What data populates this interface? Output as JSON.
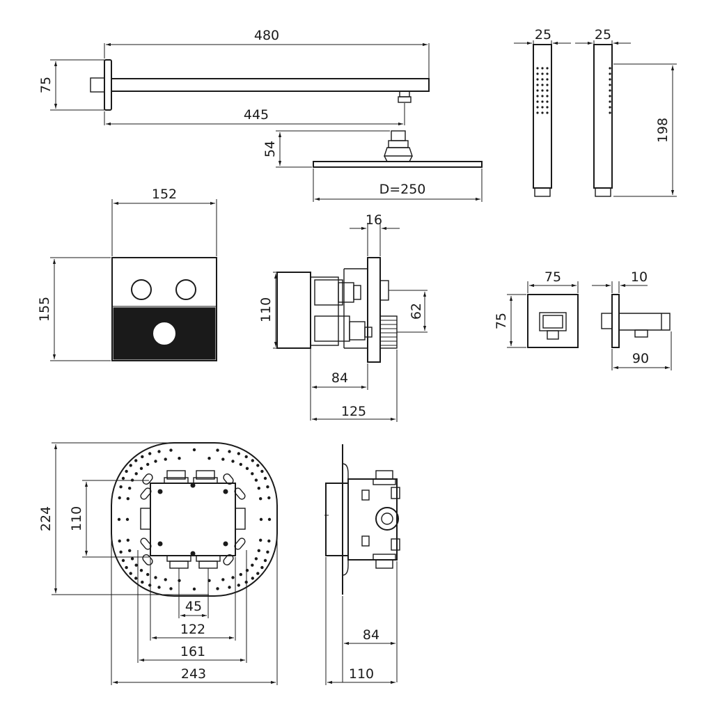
{
  "dimensions": {
    "arm_length": "480",
    "arm_height": "75",
    "arm_reach": "445",
    "head_height": "54",
    "head_diameter": "D=250",
    "hand_width_front": "25",
    "hand_width_side": "25",
    "hand_length": "198",
    "panel_width": "152",
    "panel_height": "155",
    "valve_plate_thickness": "16",
    "valve_body_height": "110",
    "valve_outlet_spacing": "62",
    "valve_depth_84": "84",
    "valve_depth_125": "125",
    "elbow_width": "75",
    "elbow_height": "75",
    "elbow_plate": "10",
    "elbow_depth": "90",
    "box_height": "224",
    "box_inner_height": "110",
    "box_45": "45",
    "box_122": "122",
    "box_161": "161",
    "box_243": "243",
    "side_84": "84",
    "side_110": "110"
  }
}
